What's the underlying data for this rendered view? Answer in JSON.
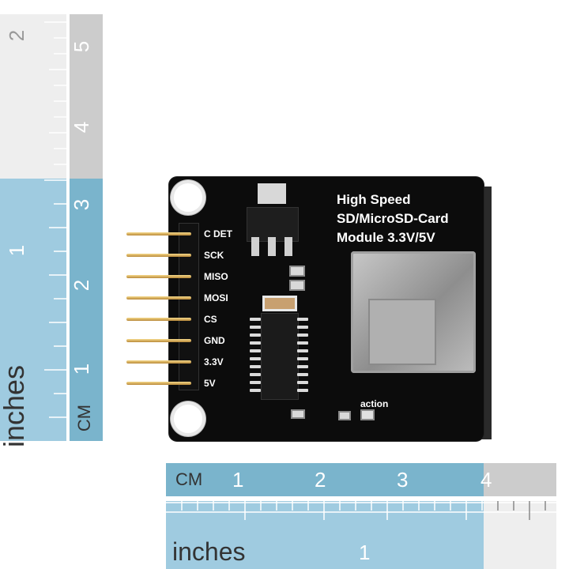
{
  "rulers": {
    "vertical_inch": {
      "unit_label": "inches",
      "numbers": [
        "2",
        "1"
      ]
    },
    "vertical_cm": {
      "unit_label": "CM",
      "numbers": [
        "5",
        "4",
        "3",
        "2",
        "1"
      ]
    },
    "horizontal_cm": {
      "unit_label": "CM",
      "numbers": [
        "1",
        "2",
        "3",
        "4"
      ]
    },
    "horizontal_inch": {
      "unit_label": "inches",
      "numbers": [
        "1"
      ]
    }
  },
  "board": {
    "title_lines": [
      "High Speed",
      "SD/MicroSD-Card",
      "Module 3.3V/5V"
    ],
    "pins": [
      "C DET",
      "SCK",
      "MISO",
      "MOSI",
      "CS",
      "GND",
      "3.3V",
      "5V"
    ],
    "led_label": "action",
    "colors": {
      "pcb": "#0c0c0c",
      "ruler_blue": "#9fcbe0",
      "ruler_blue_dark": "#7ab4cc",
      "pin_gold": "#d9b15a"
    }
  }
}
